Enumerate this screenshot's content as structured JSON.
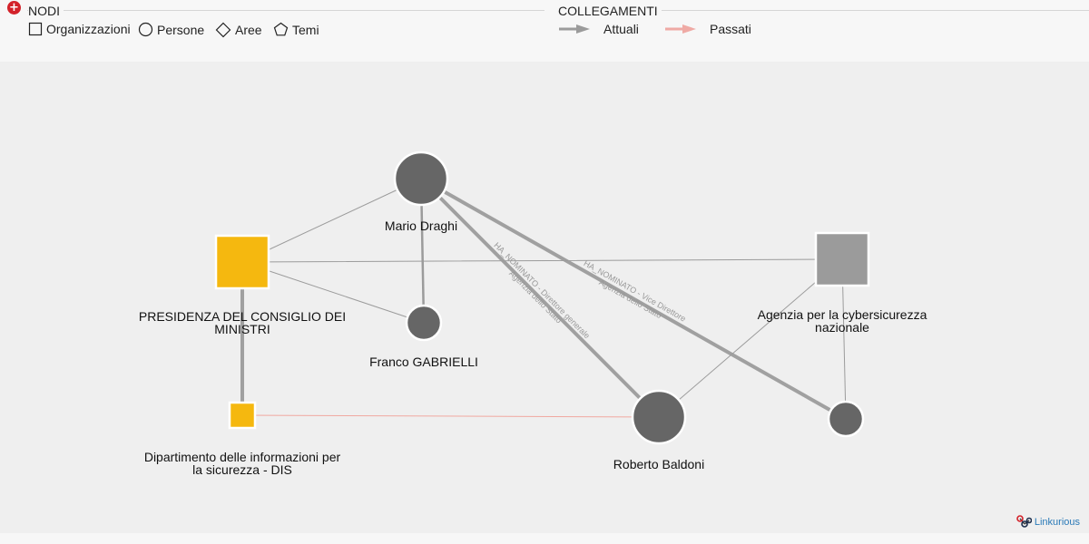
{
  "legend": {
    "nodes_title": "NODI",
    "links_title": "COLLEGAMENTI",
    "node_types": [
      "Organizzazioni",
      "Persone",
      "Aree",
      "Temi"
    ],
    "link_types": [
      "Attuali",
      "Passati"
    ],
    "current_color": "#9b9b9b",
    "past_color": "#efaaa5"
  },
  "graph": {
    "org_color": "#f5b80f",
    "agency_color": "#9b9b9b",
    "person_color": "#666666",
    "past_link_color": "#f0a8a0",
    "nodes": [
      {
        "id": "draghi",
        "label": "Mario Draghi",
        "shape": "circle",
        "kind": "person"
      },
      {
        "id": "presidenza",
        "label": "PRESIDENZA DEL CONSIGLIO DEI MINISTRI",
        "shape": "square",
        "kind": "org"
      },
      {
        "id": "gabrielli",
        "label": "Franco GABRIELLI",
        "shape": "circle",
        "kind": "person"
      },
      {
        "id": "acn",
        "label": "Agenzia per la cybersicurezza nazionale",
        "shape": "square",
        "kind": "agency"
      },
      {
        "id": "dis",
        "label": "Dipartimento delle informazioni per la sicurezza - DIS",
        "shape": "square",
        "kind": "org"
      },
      {
        "id": "baldoni",
        "label": "Roberto Baldoni",
        "shape": "circle",
        "kind": "person"
      },
      {
        "id": "anon",
        "label": "",
        "shape": "circle",
        "kind": "person"
      }
    ],
    "edges": [
      {
        "from": "draghi",
        "to": "presidenza",
        "status": "current",
        "label": ""
      },
      {
        "from": "draghi",
        "to": "gabrielli",
        "status": "current",
        "label": ""
      },
      {
        "from": "draghi",
        "to": "baldoni",
        "status": "current",
        "label": "HA_NOMINATO - Direttore generale Agenzia dello Stato"
      },
      {
        "from": "draghi",
        "to": "anon",
        "status": "current",
        "label": "HA_NOMINATO - Vice Direttore Agenzia dello Stato"
      },
      {
        "from": "presidenza",
        "to": "gabrielli",
        "status": "current",
        "label": ""
      },
      {
        "from": "presidenza",
        "to": "acn",
        "status": "current",
        "label": ""
      },
      {
        "from": "presidenza",
        "to": "dis",
        "status": "current",
        "label": ""
      },
      {
        "from": "dis",
        "to": "baldoni",
        "status": "past",
        "label": ""
      },
      {
        "from": "baldoni",
        "to": "acn",
        "status": "current",
        "label": ""
      },
      {
        "from": "acn",
        "to": "anon",
        "status": "current",
        "label": ""
      }
    ]
  },
  "footer": {
    "brand": "Linkurious"
  }
}
